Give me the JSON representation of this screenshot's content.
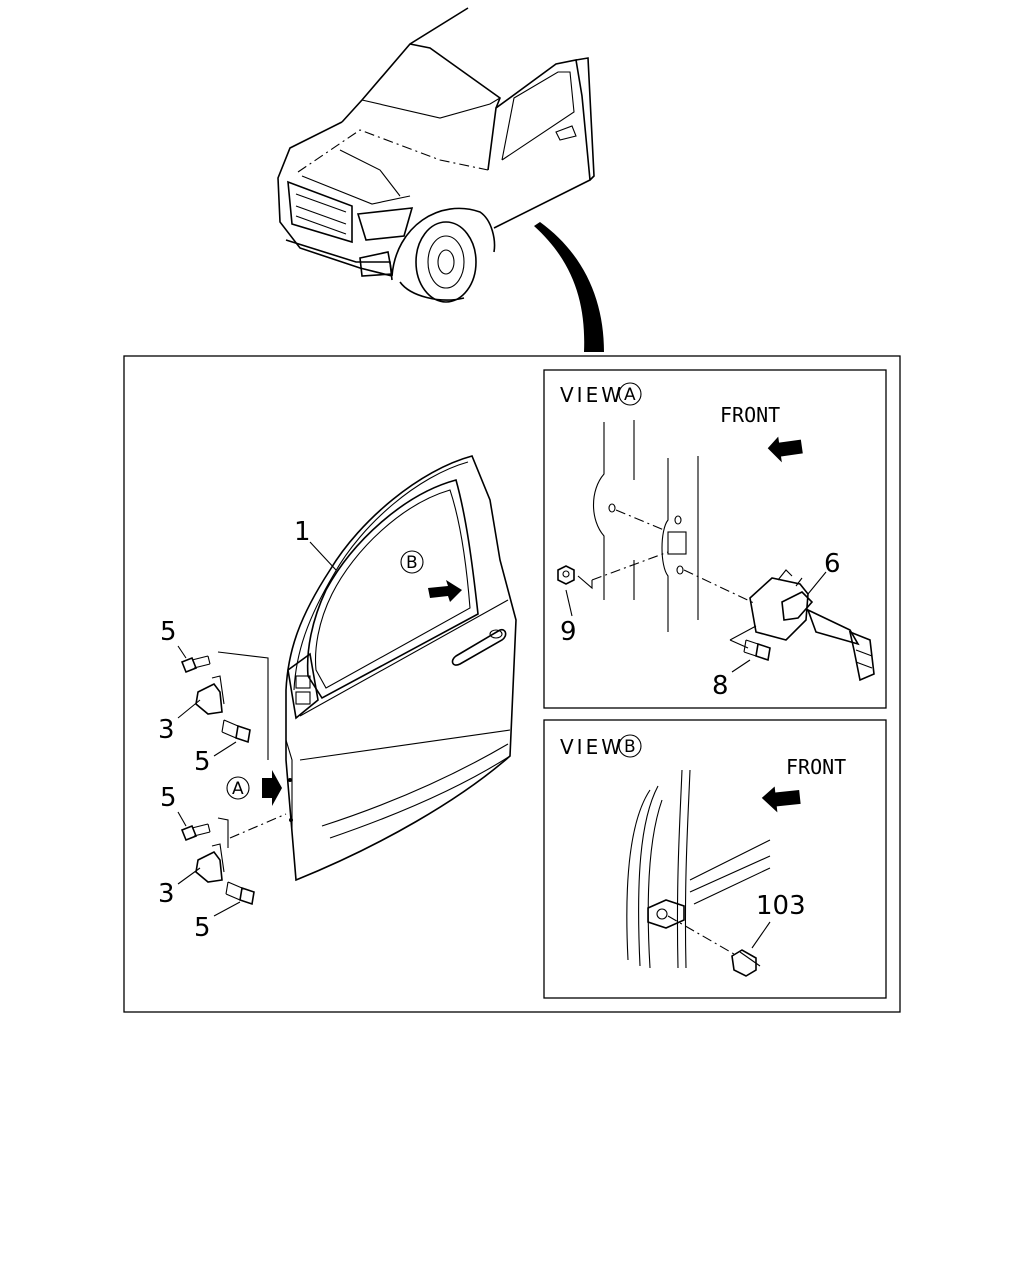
{
  "callouts": {
    "door": "1",
    "hinge_upper": "3",
    "hinge_lower": "3",
    "bolt_upper_a": "5",
    "bolt_upper_b": "5",
    "bolt_lower_a": "5",
    "bolt_lower_b": "5",
    "checker": "6",
    "checker_bolt": "8",
    "nut": "9",
    "bumper": "103"
  },
  "markers": {
    "a_main": "A",
    "b_main": "B",
    "a_view": "A",
    "b_view": "B"
  },
  "view_a": {
    "title": "VIEW",
    "front": "FRONT"
  },
  "view_b": {
    "title": "VIEW",
    "front": "FRONT"
  }
}
